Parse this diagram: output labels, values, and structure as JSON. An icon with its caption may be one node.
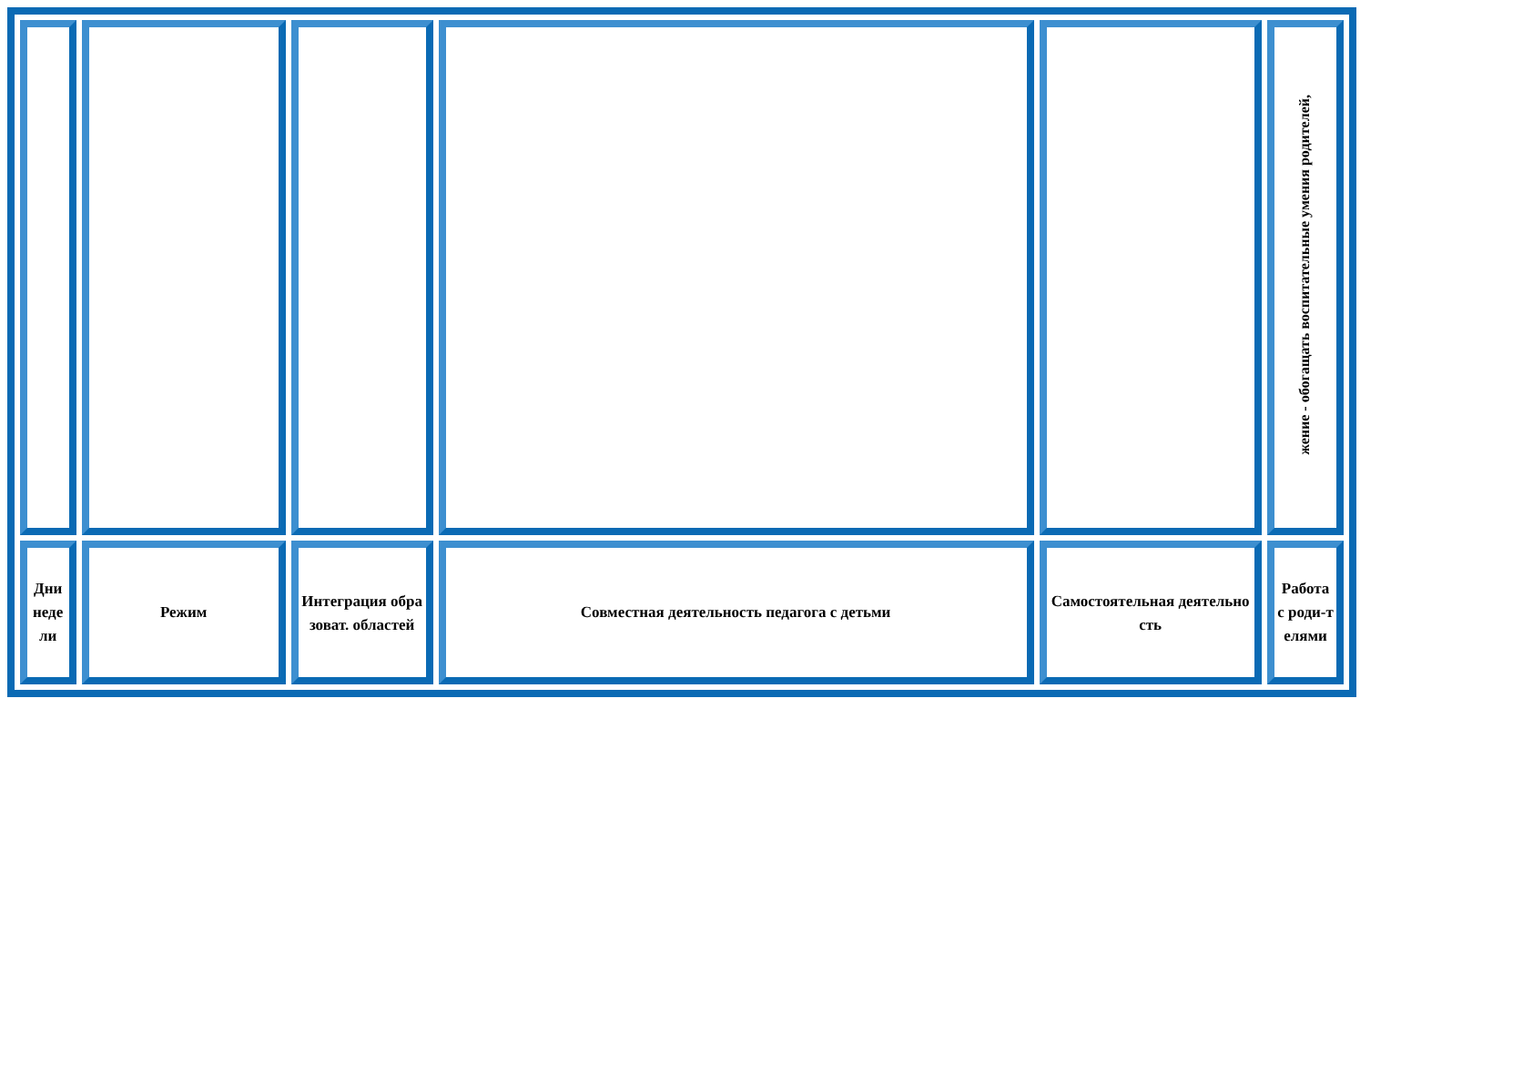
{
  "diagram": {
    "labels": [
      "жение - обогащать воспитательные умения родителей,",
      "Дни недели",
      "Режим",
      "Интеграция образоват. областей",
      "Совместная деятельность педагога с детьми",
      "Самостоятельная деятельность",
      "Работа с роди-телями"
    ]
  }
}
